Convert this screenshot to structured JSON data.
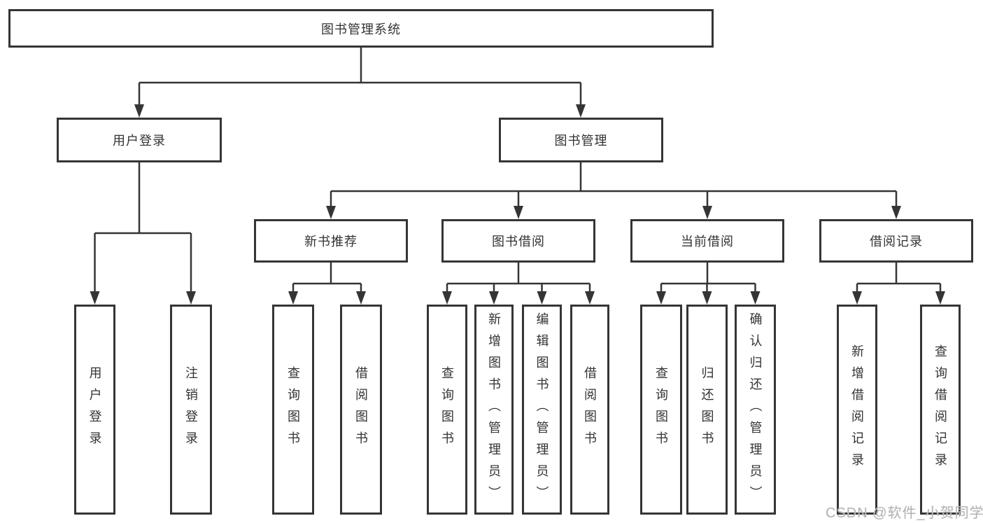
{
  "tree": {
    "root": {
      "label": "图书管理系统"
    },
    "branches": [
      {
        "label": "用户登录",
        "children": [
          {
            "label": "用户登录"
          },
          {
            "label": "注销登录"
          }
        ]
      },
      {
        "label": "图书管理",
        "sections": [
          {
            "label": "新书推荐",
            "children": [
              {
                "label": "查询图书"
              },
              {
                "label": "借阅图书"
              }
            ]
          },
          {
            "label": "图书借阅",
            "children": [
              {
                "label": "查询图书"
              },
              {
                "label": "新增图书（管理员）"
              },
              {
                "label": "编辑图书（管理员）"
              },
              {
                "label": "借阅图书"
              }
            ]
          },
          {
            "label": "当前借阅",
            "children": [
              {
                "label": "查询图书"
              },
              {
                "label": "归还图书"
              },
              {
                "label": "确认归还（管理员）"
              }
            ]
          },
          {
            "label": "借阅记录",
            "children": [
              {
                "label": "新增借阅记录"
              },
              {
                "label": "查询借阅记录"
              }
            ]
          }
        ]
      }
    ]
  },
  "watermark": {
    "text": "CSDN @软件_小贺同学"
  },
  "colors": {
    "line": "#353535",
    "box_border": "#353535",
    "text": "#333333",
    "watermark": "#b3b3b3",
    "background": "#ffffff"
  }
}
